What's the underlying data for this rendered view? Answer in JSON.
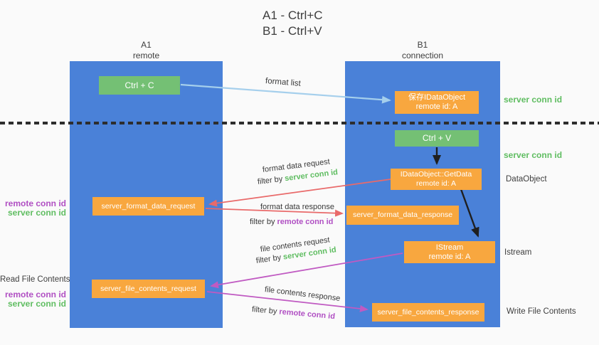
{
  "title": {
    "line1": "A1 - Ctrl+C",
    "line2": "B1 - Ctrl+V"
  },
  "lanes": {
    "a1": {
      "name": "A1",
      "role": "remote"
    },
    "b1": {
      "name": "B1",
      "role": "connection"
    }
  },
  "nodes": {
    "ctrl_c": "Ctrl + C",
    "save_dataobject": {
      "line1": "保存IDataObject",
      "line2": "remote id: A"
    },
    "ctrl_v": "Ctrl + V",
    "getdata": {
      "line1": "IDataObject::GetData",
      "line2": "remote id: A"
    },
    "format_request": "server_format_data_request",
    "format_response": "server_format_data_response",
    "istream": {
      "line1": "IStream",
      "line2": "remote id: A"
    },
    "file_request": "server_file_contents_request",
    "file_response": "server_file_contents_response"
  },
  "flows": {
    "format_list": "format list",
    "format_data_request": {
      "label": "format data request",
      "filter_prefix": "filter by ",
      "filter_key": "server conn id"
    },
    "format_data_response": {
      "label": "format data response",
      "filter_prefix": "filter by ",
      "filter_key": "remote conn id"
    },
    "file_contents_request": {
      "label": "file contents request",
      "filter_prefix": "filter by ",
      "filter_key": "server conn id"
    },
    "file_contents_response": {
      "label": "file contents response",
      "filter_prefix": "filter by ",
      "filter_key": "remote conn id"
    }
  },
  "annotations": {
    "right": {
      "server_conn_id_top": "server conn id",
      "server_conn_id_mid": "server conn id",
      "dataobject": "DataObject",
      "istream": "Istream",
      "write_file_contents": "Write File Contents"
    },
    "left": {
      "format_remote_conn_id": "remote conn id",
      "format_server_conn_id": "server conn id",
      "read_file_contents": "Read File Contents",
      "file_remote_conn_id": "remote conn id",
      "file_server_conn_id": "server conn id"
    }
  },
  "colors": {
    "lane_fill": "#4a81d8",
    "action_green": "#74c074",
    "object_orange": "#f8a73f",
    "server_conn_green": "#5fbd61",
    "remote_conn_purple": "#b04fc3",
    "request_red_arrow": "#e96a6a",
    "response_purple_arrow": "#c05ac2",
    "format_list_blue_arrow": "#a5cfec",
    "black_arrow": "#1f1f1f",
    "text_dark": "#3e3e3e",
    "background": "#fafafa"
  }
}
